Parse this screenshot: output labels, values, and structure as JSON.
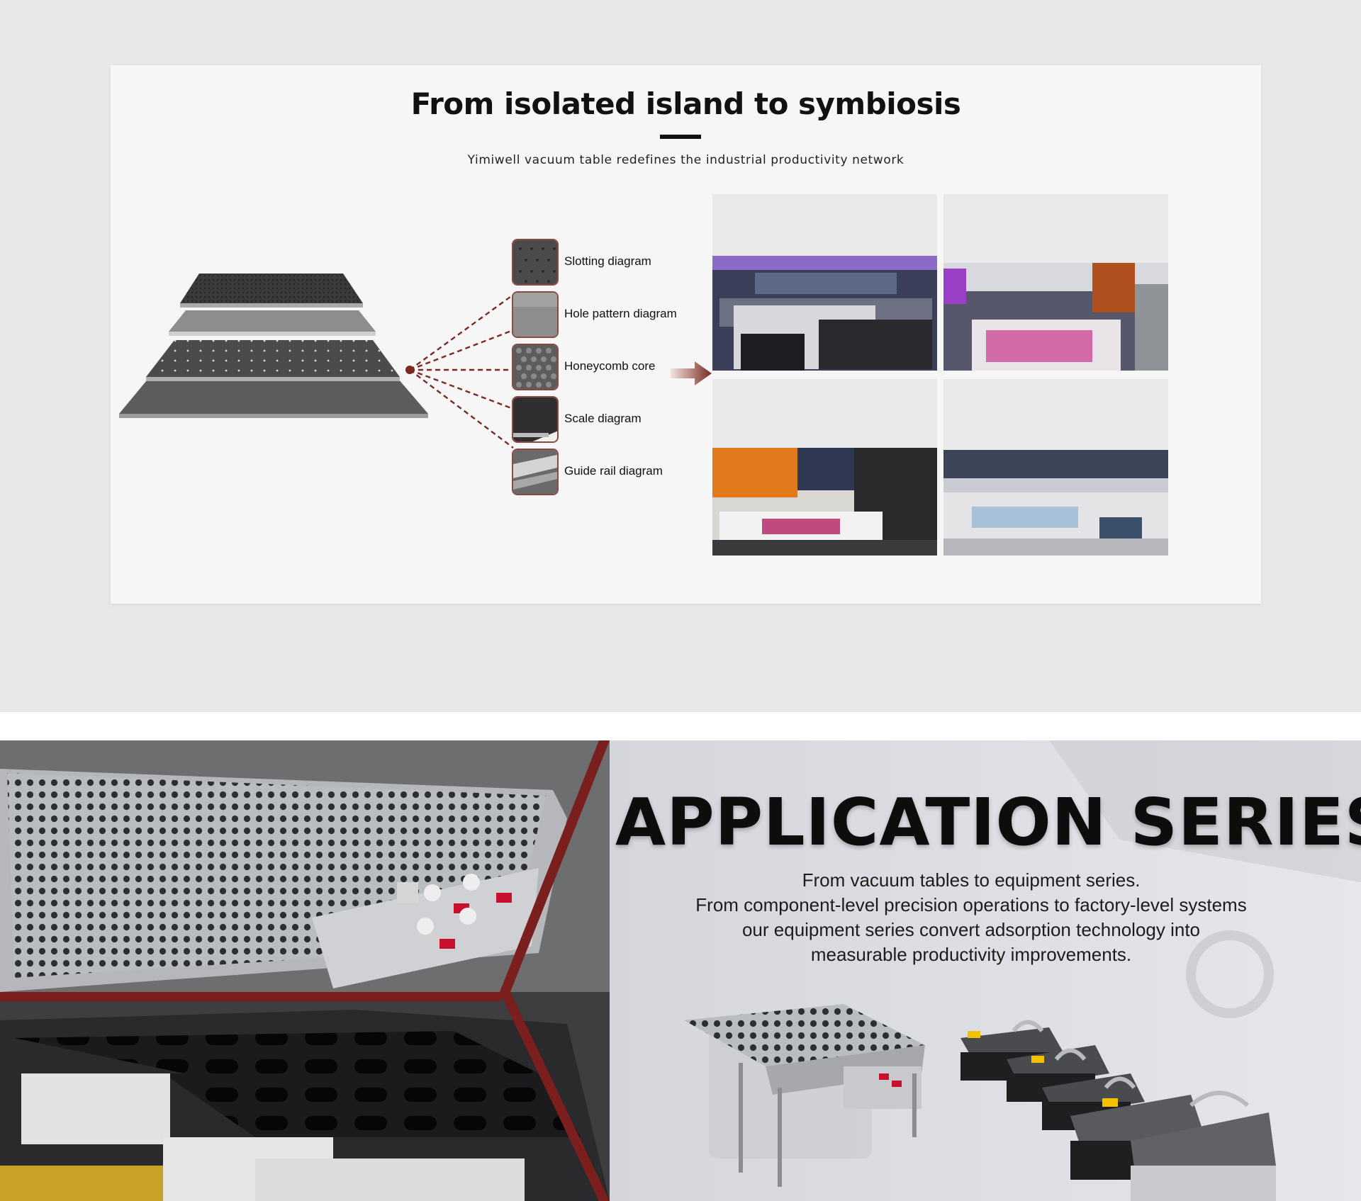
{
  "intro": {
    "title": "From isolated island to symbiosis",
    "subtitle": "Yimiwell vacuum table redefines the industrial productivity network"
  },
  "diagrams": [
    {
      "label": "Slotting diagram"
    },
    {
      "label": "Hole pattern diagram"
    },
    {
      "label": "Honeycomb core"
    },
    {
      "label": "Scale diagram"
    },
    {
      "label": "Guide rail diagram"
    }
  ],
  "application": {
    "title": "APPLICATION SERIES",
    "lines": [
      "From vacuum tables to equipment series.",
      "From component-level precision operations to factory-level systems",
      "our equipment series convert adsorption technology into",
      "measurable productivity improvements."
    ]
  },
  "colors": {
    "accent": "#7a2a22",
    "title": "#111111",
    "card": "#f6f6f6",
    "page_bg": "#e8e8e8"
  }
}
